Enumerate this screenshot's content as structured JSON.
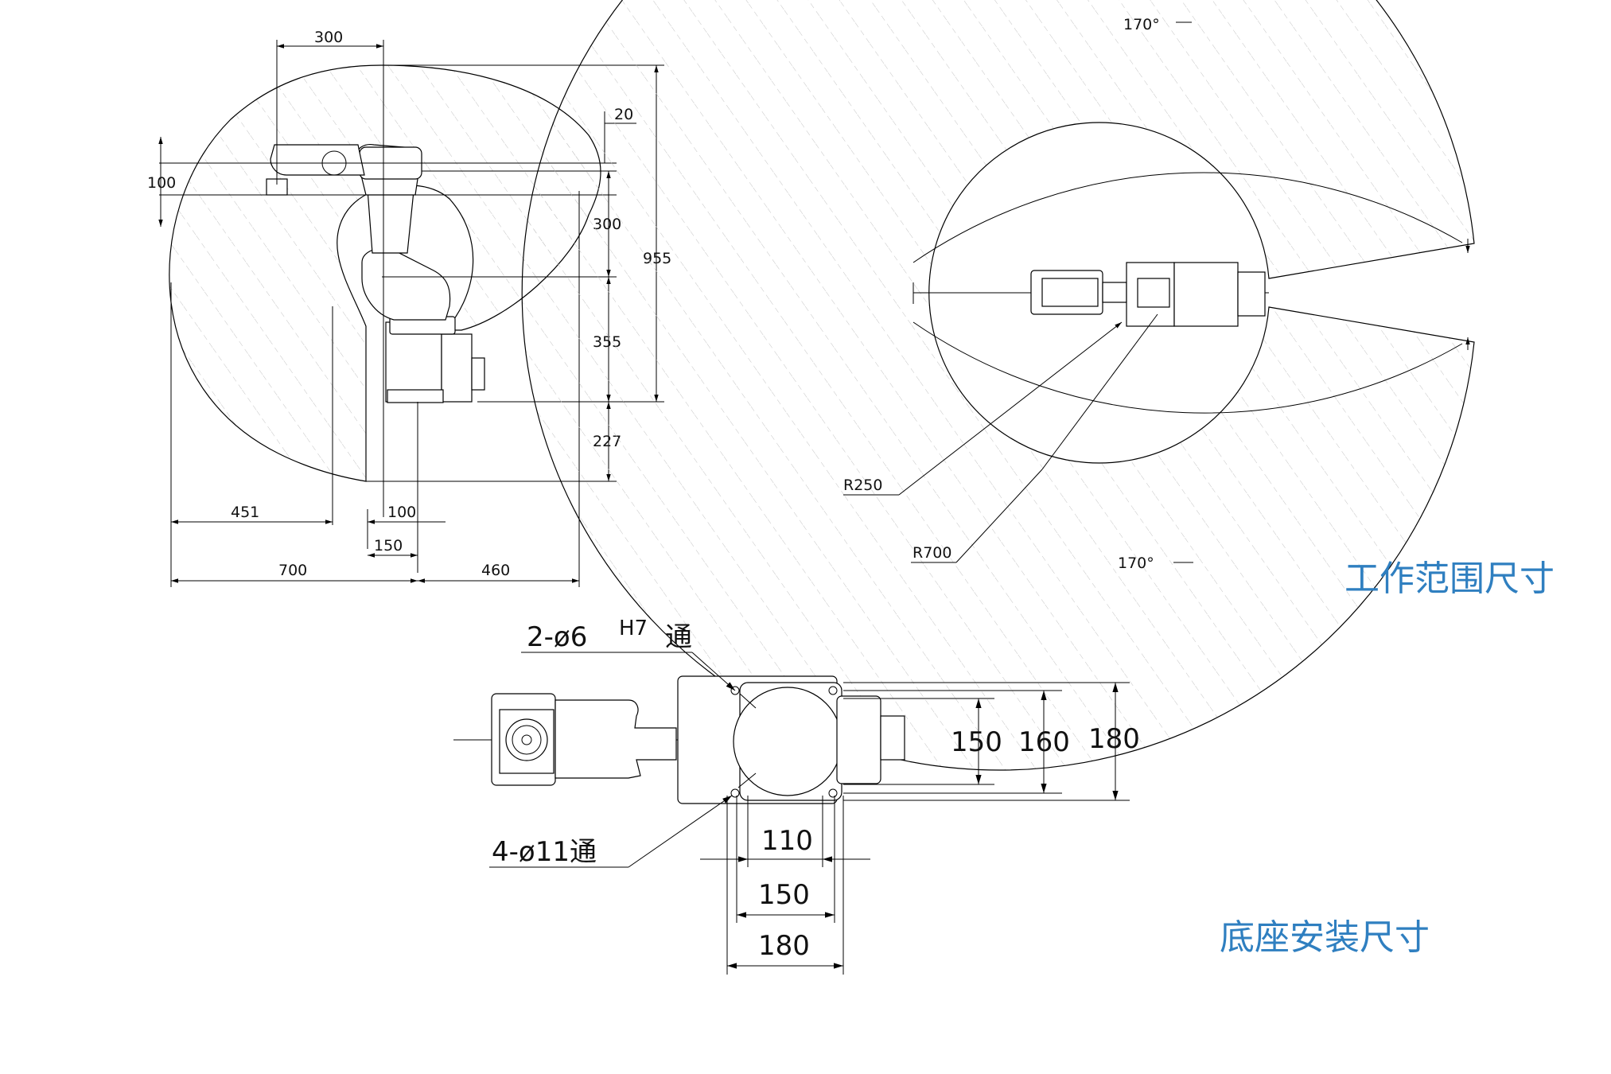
{
  "side_view": {
    "top_dims": {
      "reach_300": "300",
      "offset_20": "20",
      "wrist_100": "100"
    },
    "right_dims": {
      "upper_arm": "300",
      "lower_arm": "355",
      "base_below": "227",
      "total_height": "955"
    },
    "bottom_dims": {
      "inner_451": "451",
      "base_100": "100",
      "base_150": "150",
      "reach_700": "700",
      "reach_460": "460"
    }
  },
  "top_view": {
    "angle_top": "170°",
    "angle_bottom": "170°",
    "radius_inner": "R250",
    "radius_outer": "R700"
  },
  "base_view": {
    "pin_hole": "2-ø6",
    "pin_tolerance": "H7",
    "pin_suffix": "通",
    "bolt_hole": "4-ø11通",
    "vertical_dims": [
      "150",
      "160",
      "180"
    ],
    "horizontal_dims": [
      "110",
      "150",
      "180"
    ]
  },
  "captions": {
    "working_range": "工作范围尺寸",
    "base_mounting": "底座安装尺寸"
  },
  "colors": {
    "caption": "#2f7fc0",
    "line": "#000000",
    "hatch": "#b8b8b8"
  }
}
